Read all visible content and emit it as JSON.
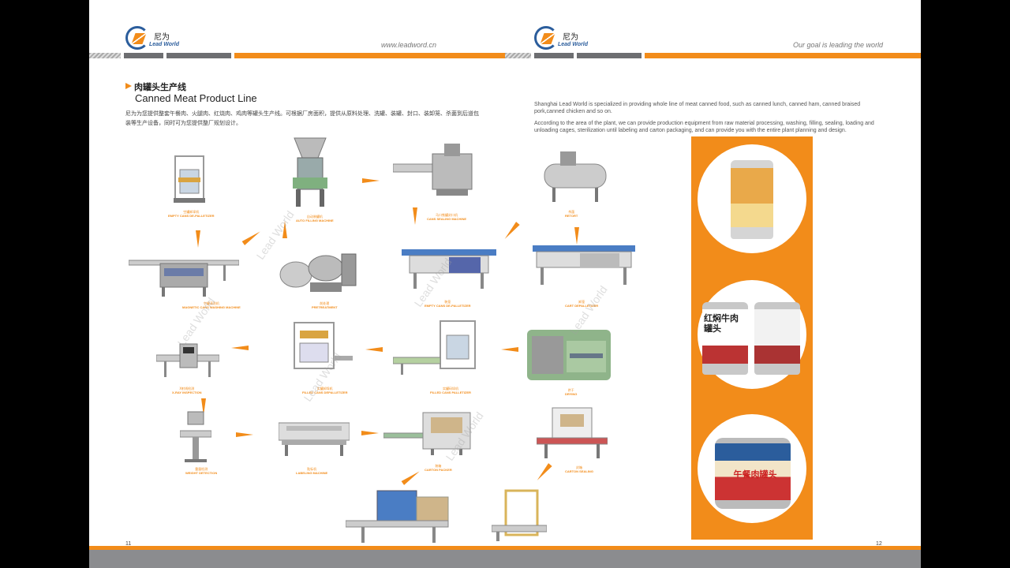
{
  "header": {
    "logo_cn": "尼为",
    "logo_en": "Lead World",
    "left_url": "www.leadword.cn",
    "right_slogan": "Our goal is leading the world"
  },
  "left_page": {
    "title_cn": "肉罐头生产线",
    "title_en": "Canned Meat Product Line",
    "description_cn": "尼为为您提供整套午餐肉、火腿肉、红烧肉、鸡肉等罐头生产线。可根据厂房面积，提供从原料处理、洗罐、装罐、封口、装卸笼、杀菌到后道包装等生产设备，同时可为您提供整厂规划设计。",
    "page_number": "11",
    "machines": [
      {
        "id": "empty-cans-depalletizer",
        "cn": "空罐卸垛机",
        "en": "EMPTY CANS DE-PALLETIZER"
      },
      {
        "id": "auto-filling-machine",
        "cn": "自动装罐机",
        "en": "AUTO FILLING MACHINE"
      },
      {
        "id": "cans-sealing-machine",
        "cn": "马口铁罐封口机",
        "en": "CANS SEALING MACHINE"
      },
      {
        "id": "retort",
        "cn": "杀菌",
        "en": "RETORT"
      },
      {
        "id": "magnetic-cans-washing-machine",
        "cn": "空罐清洗机",
        "en": "MAGNETIC CANS WASHING MACHINE"
      },
      {
        "id": "pretreatment",
        "cn": "前处理",
        "en": "PRETREATMENT"
      },
      {
        "id": "empty-cans-depalletizer-2",
        "cn": "装笼",
        "en": "EMPTY CANS DE-PALLETIZER"
      },
      {
        "id": "cart-depalletizer",
        "cn": "卸笼",
        "en": "CART DEPALLETIZER"
      },
      {
        "id": "xray-inspection",
        "cn": "X射线检测",
        "en": "X-RAY INSPECTION"
      },
      {
        "id": "filled-cans-depalletizer",
        "cn": "实罐卸垛机",
        "en": "FILLED CANS DEPALLETIZER"
      },
      {
        "id": "filled-cans-palletizer",
        "cn": "实罐码垛机",
        "en": "FILLED CANS PALLETIZER"
      },
      {
        "id": "drying",
        "cn": "烘干",
        "en": "DRYING"
      },
      {
        "id": "weight-detection",
        "cn": "重量检测",
        "en": "WEIGHT DETECTION"
      },
      {
        "id": "labeling-machine",
        "cn": "贴标机",
        "en": "LABELING MACHINE"
      },
      {
        "id": "carton-packer",
        "cn": "装箱",
        "en": "CARTON PACKER"
      },
      {
        "id": "carton-sealing",
        "cn": "封箱",
        "en": "CARTON SEALING"
      }
    ]
  },
  "right_page": {
    "paragraph_1": "Shanghai Lead World is specialized in providing whole line of meat canned food, such as canned lunch, canned ham, canned braised pork,canned chicken and so on.",
    "paragraph_2": "According to the area of the plant, we can provide production equipment from raw material processing, washing, filling, sealing, loading and unloading cages, sterilization until labeling and carton packaging, and can provide you with the entire plant planning and design.",
    "page_number": "12",
    "can_label_beef": "红焖牛肉罐头",
    "can_label_luncheon": "午餐肉罐头"
  },
  "colors": {
    "accent": "#f28c1a",
    "brand_blue": "#2b5d9c",
    "bar_grey": "#6d6e71"
  }
}
